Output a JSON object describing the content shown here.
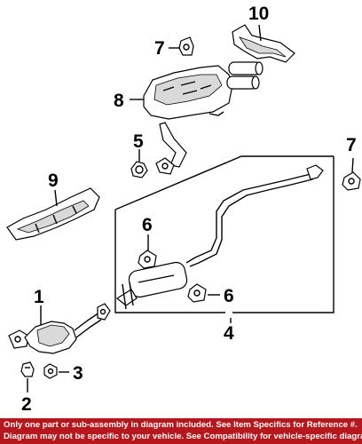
{
  "callouts": {
    "c1": "1",
    "c2": "2",
    "c3": "3",
    "c4": "4",
    "c5": "5",
    "c6a": "6",
    "c6b": "6",
    "c7a": "7",
    "c7b": "7",
    "c8": "8",
    "c9": "9",
    "c10": "10"
  },
  "footer": {
    "line1": "Only one part or sub-assembly in diagram included. See Item Specifics for Reference #.",
    "line2": "Diagram may not be specific to your vehicle. See Compatibility for vehicle-specific diagrams."
  },
  "colors": {
    "footer_bg": "#b5171d",
    "footer_text": "#ffffff",
    "line": "#000000"
  }
}
